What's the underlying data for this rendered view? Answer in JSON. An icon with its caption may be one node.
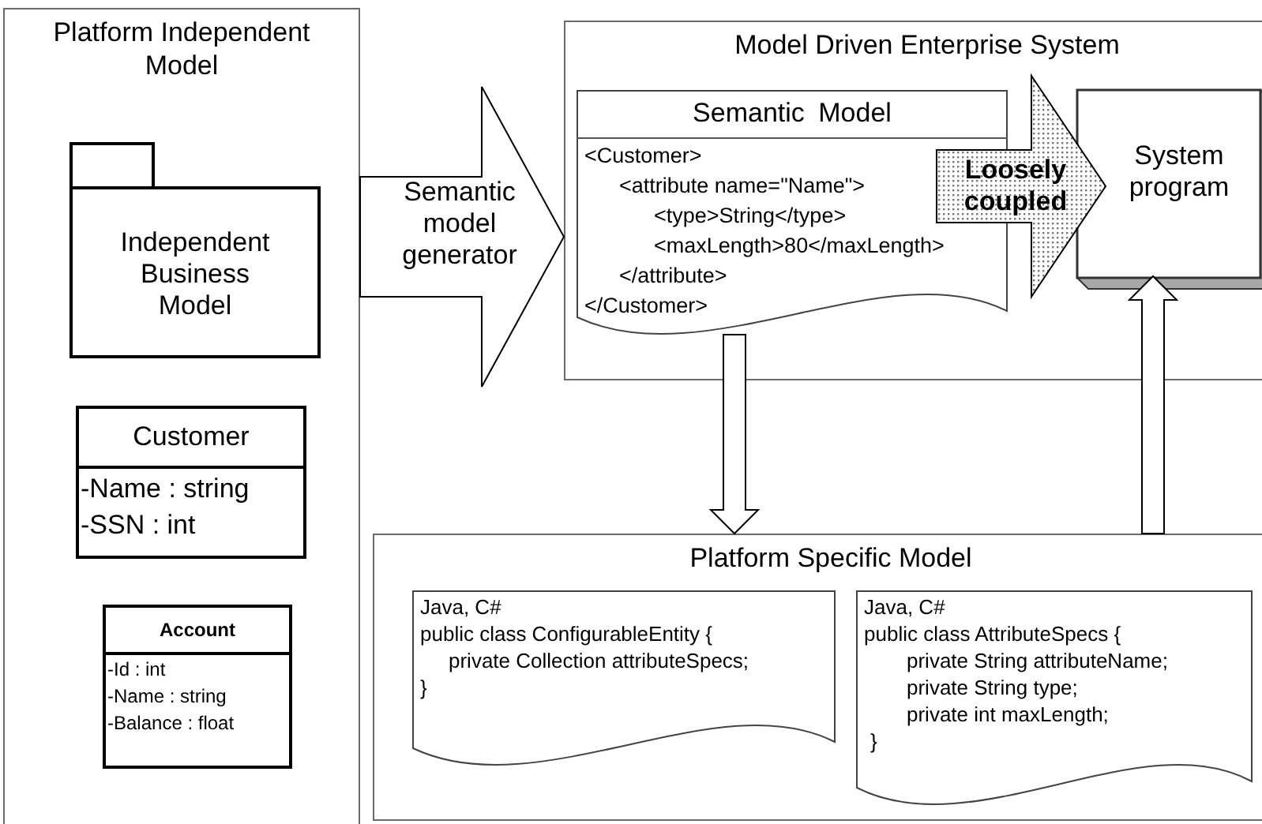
{
  "diagram": {
    "nodes": [
      {
        "text": [
          "Platform Independent Model"
        ]
      },
      {
        "text": [
          "Independent Business Model"
        ],
        "in": 0
      },
      {
        "text": [
          "Customer",
          "-Name : string",
          "-SSN : int"
        ],
        "in": 0
      },
      {
        "text": [
          "Account",
          "-Id : int",
          "-Name : string",
          "-Balance : float"
        ],
        "in": 0
      },
      {
        "text": [
          "Model Driven Enterprise System"
        ]
      },
      {
        "text": [
          "Semantic Model",
          "<Customer>",
          "<attribute name=\"Name\">",
          "<type>String</type>",
          "<maxLength>80</maxLength>",
          "</attribute>",
          "</Customer>"
        ],
        "in": 4
      },
      {
        "text": [
          "System program"
        ],
        "in": 4
      },
      {
        "text": [
          "Platform Specific Model"
        ]
      },
      {
        "text": [
          "Java, C#",
          "public class ConfigurableEntity {",
          "private Collection attributeSpecs;",
          "}"
        ],
        "in": 7
      },
      {
        "text": [
          "Java, C#",
          "public class AttributeSpecs {",
          "private String attributeName;",
          "private String type;",
          "private int maxLength;",
          "}"
        ],
        "in": 7
      }
    ],
    "edges": [
      {
        "from": 0,
        "to": 4,
        "arrow": "to",
        "label": "Semantic model generator"
      },
      {
        "from": 5,
        "to": 6,
        "arrow": "to",
        "label": "Loosely coupled"
      },
      {
        "from": 5,
        "to": 7,
        "arrow": "to"
      },
      {
        "from": 7,
        "to": 6,
        "arrow": "to"
      }
    ]
  }
}
